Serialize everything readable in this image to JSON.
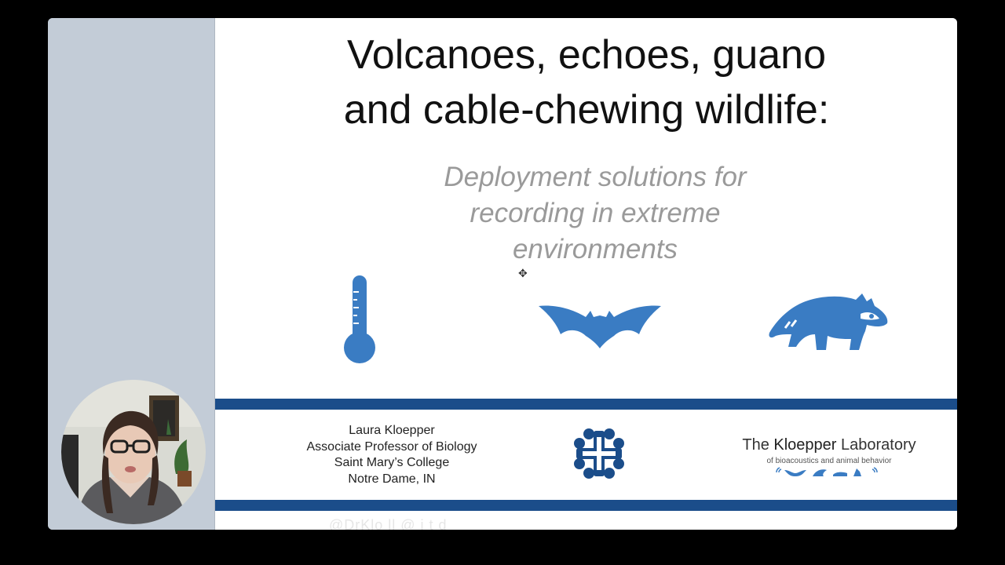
{
  "slide": {
    "title_line1": "Volcanoes, echoes, guano",
    "title_line2": "and cable-chewing wildlife:",
    "subtitle_line1": "Deployment solutions for",
    "subtitle_line2": "recording in extreme",
    "subtitle_line3": "environments",
    "icons": [
      "thermometer-icon",
      "bat-icon",
      "raccoon-icon"
    ],
    "accent_color": "#3a7cc3",
    "band_color": "#1b4d8a"
  },
  "author": {
    "name": "Laura Kloepper",
    "position": "Associate Professor of Biology",
    "institution": "Saint Mary’s College",
    "location": "Notre Dame, IN"
  },
  "lab": {
    "title_prefix": "The ",
    "title_name": "Kloepper",
    "title_suffix": " Laboratory",
    "subtitle": "of bioacoustics and animal behavior"
  },
  "footer": {
    "cut_text": "@DrKlo                                                    ll     @  i t      d"
  },
  "webcam": {
    "label": "presenter-video"
  }
}
